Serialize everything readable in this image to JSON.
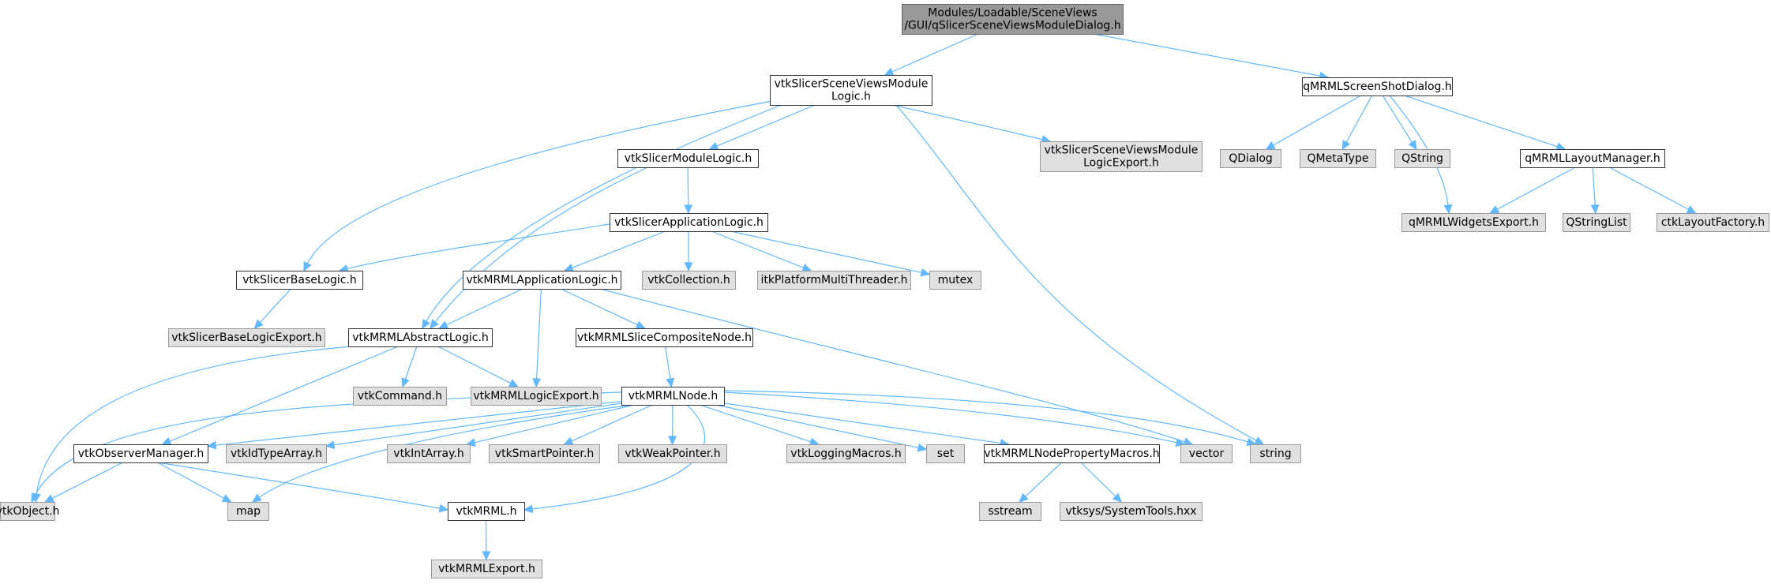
{
  "colors": {
    "edge": "#63b8ff",
    "root_fill": "#999999",
    "project_fill": "#ffffff",
    "project_stroke": "#333333",
    "external_fill": "#e0e0e0",
    "external_stroke": "#999999",
    "text": "#000000"
  },
  "nodes": [
    {
      "id": "root",
      "lines": [
        "Modules/Loadable/SceneViews",
        "/GUI/qSlicerSceneViewsModuleDialog.h"
      ],
      "kind": "root"
    },
    {
      "id": "svmLogic",
      "lines": [
        "vtkSlicerSceneViewsModule",
        "Logic.h"
      ],
      "kind": "project"
    },
    {
      "id": "qScreenShot",
      "lines": [
        "qMRMLScreenShotDialog.h"
      ],
      "kind": "project"
    },
    {
      "id": "svmExport",
      "lines": [
        "vtkSlicerSceneViewsModule",
        "LogicExport.h"
      ],
      "kind": "external"
    },
    {
      "id": "moduleLogic",
      "lines": [
        "vtkSlicerModuleLogic.h"
      ],
      "kind": "project"
    },
    {
      "id": "appLogic",
      "lines": [
        "vtkSlicerApplicationLogic.h"
      ],
      "kind": "project"
    },
    {
      "id": "baseLogic",
      "lines": [
        "vtkSlicerBaseLogic.h"
      ],
      "kind": "project"
    },
    {
      "id": "baseExport",
      "lines": [
        "vtkSlicerBaseLogicExport.h"
      ],
      "kind": "external"
    },
    {
      "id": "mrmlAppLogic",
      "lines": [
        "vtkMRMLApplicationLogic.h"
      ],
      "kind": "project"
    },
    {
      "id": "collection",
      "lines": [
        "vtkCollection.h"
      ],
      "kind": "external"
    },
    {
      "id": "itkThreader",
      "lines": [
        "itkPlatformMultiThreader.h"
      ],
      "kind": "external"
    },
    {
      "id": "mutex",
      "lines": [
        "mutex"
      ],
      "kind": "external"
    },
    {
      "id": "absLogic",
      "lines": [
        "vtkMRMLAbstractLogic.h"
      ],
      "kind": "project"
    },
    {
      "id": "sliceComp",
      "lines": [
        "vtkMRMLSliceCompositeNode.h"
      ],
      "kind": "project"
    },
    {
      "id": "command",
      "lines": [
        "vtkCommand.h"
      ],
      "kind": "external"
    },
    {
      "id": "mrmlLogicExport",
      "lines": [
        "vtkMRMLLogicExport.h"
      ],
      "kind": "external"
    },
    {
      "id": "mrmlNode",
      "lines": [
        "vtkMRMLNode.h"
      ],
      "kind": "project"
    },
    {
      "id": "obsMgr",
      "lines": [
        "vtkObserverManager.h"
      ],
      "kind": "project"
    },
    {
      "id": "idType",
      "lines": [
        "vtkIdTypeArray.h"
      ],
      "kind": "external"
    },
    {
      "id": "intArray",
      "lines": [
        "vtkIntArray.h"
      ],
      "kind": "external"
    },
    {
      "id": "smartPtr",
      "lines": [
        "vtkSmartPointer.h"
      ],
      "kind": "external"
    },
    {
      "id": "weakPtr",
      "lines": [
        "vtkWeakPointer.h"
      ],
      "kind": "external"
    },
    {
      "id": "logMacros",
      "lines": [
        "vtkLoggingMacros.h"
      ],
      "kind": "external"
    },
    {
      "id": "set",
      "lines": [
        "set"
      ],
      "kind": "external"
    },
    {
      "id": "propMacros",
      "lines": [
        "vtkMRMLNodePropertyMacros.h"
      ],
      "kind": "project"
    },
    {
      "id": "vector",
      "lines": [
        "vector"
      ],
      "kind": "external"
    },
    {
      "id": "string",
      "lines": [
        "string"
      ],
      "kind": "external"
    },
    {
      "id": "vtkObject",
      "lines": [
        "vtkObject.h"
      ],
      "kind": "external"
    },
    {
      "id": "map",
      "lines": [
        "map"
      ],
      "kind": "external"
    },
    {
      "id": "vtkMRML",
      "lines": [
        "vtkMRML.h"
      ],
      "kind": "project"
    },
    {
      "id": "mrmlExport",
      "lines": [
        "vtkMRMLExport.h"
      ],
      "kind": "external"
    },
    {
      "id": "sstream",
      "lines": [
        "sstream"
      ],
      "kind": "external"
    },
    {
      "id": "sysTools",
      "lines": [
        "vtksys/SystemTools.hxx"
      ],
      "kind": "external"
    },
    {
      "id": "qDialog",
      "lines": [
        "QDialog"
      ],
      "kind": "external"
    },
    {
      "id": "qMetaType",
      "lines": [
        "QMetaType"
      ],
      "kind": "external"
    },
    {
      "id": "qString",
      "lines": [
        "QString"
      ],
      "kind": "external"
    },
    {
      "id": "layoutMgr",
      "lines": [
        "qMRMLLayoutManager.h"
      ],
      "kind": "project"
    },
    {
      "id": "widgetsExport",
      "lines": [
        "qMRMLWidgetsExport.h"
      ],
      "kind": "external"
    },
    {
      "id": "qStringList",
      "lines": [
        "QStringList"
      ],
      "kind": "external"
    },
    {
      "id": "ctkLayout",
      "lines": [
        "ctkLayoutFactory.h"
      ],
      "kind": "external"
    }
  ],
  "edges": [
    [
      "root",
      "svmLogic"
    ],
    [
      "root",
      "qScreenShot"
    ],
    [
      "svmLogic",
      "baseLogic"
    ],
    [
      "svmLogic",
      "absLogic"
    ],
    [
      "svmLogic",
      "moduleLogic"
    ],
    [
      "svmLogic",
      "svmExport"
    ],
    [
      "svmLogic",
      "string"
    ],
    [
      "moduleLogic",
      "appLogic"
    ],
    [
      "moduleLogic",
      "absLogic"
    ],
    [
      "appLogic",
      "baseLogic"
    ],
    [
      "appLogic",
      "mrmlAppLogic"
    ],
    [
      "appLogic",
      "collection"
    ],
    [
      "appLogic",
      "itkThreader"
    ],
    [
      "appLogic",
      "mutex"
    ],
    [
      "baseLogic",
      "baseExport"
    ],
    [
      "mrmlAppLogic",
      "absLogic"
    ],
    [
      "mrmlAppLogic",
      "mrmlLogicExport"
    ],
    [
      "mrmlAppLogic",
      "sliceComp"
    ],
    [
      "mrmlAppLogic",
      "vector"
    ],
    [
      "absLogic",
      "vtkObject"
    ],
    [
      "absLogic",
      "command"
    ],
    [
      "absLogic",
      "mrmlLogicExport"
    ],
    [
      "absLogic",
      "obsMgr"
    ],
    [
      "sliceComp",
      "mrmlNode"
    ],
    [
      "mrmlNode",
      "vtkObject"
    ],
    [
      "mrmlNode",
      "obsMgr"
    ],
    [
      "mrmlNode",
      "idType"
    ],
    [
      "mrmlNode",
      "intArray"
    ],
    [
      "mrmlNode",
      "smartPtr"
    ],
    [
      "mrmlNode",
      "weakPtr"
    ],
    [
      "mrmlNode",
      "logMacros"
    ],
    [
      "mrmlNode",
      "set"
    ],
    [
      "mrmlNode",
      "propMacros"
    ],
    [
      "mrmlNode",
      "vector"
    ],
    [
      "mrmlNode",
      "string"
    ],
    [
      "mrmlNode",
      "map"
    ],
    [
      "mrmlNode",
      "vtkMRML"
    ],
    [
      "obsMgr",
      "vtkObject"
    ],
    [
      "obsMgr",
      "map"
    ],
    [
      "obsMgr",
      "vtkMRML"
    ],
    [
      "vtkMRML",
      "mrmlExport"
    ],
    [
      "propMacros",
      "sstream"
    ],
    [
      "propMacros",
      "sysTools"
    ],
    [
      "qScreenShot",
      "qDialog"
    ],
    [
      "qScreenShot",
      "qMetaType"
    ],
    [
      "qScreenShot",
      "qString"
    ],
    [
      "qScreenShot",
      "widgetsExport"
    ],
    [
      "qScreenShot",
      "layoutMgr"
    ],
    [
      "layoutMgr",
      "widgetsExport"
    ],
    [
      "layoutMgr",
      "qStringList"
    ],
    [
      "layoutMgr",
      "ctkLayout"
    ]
  ]
}
